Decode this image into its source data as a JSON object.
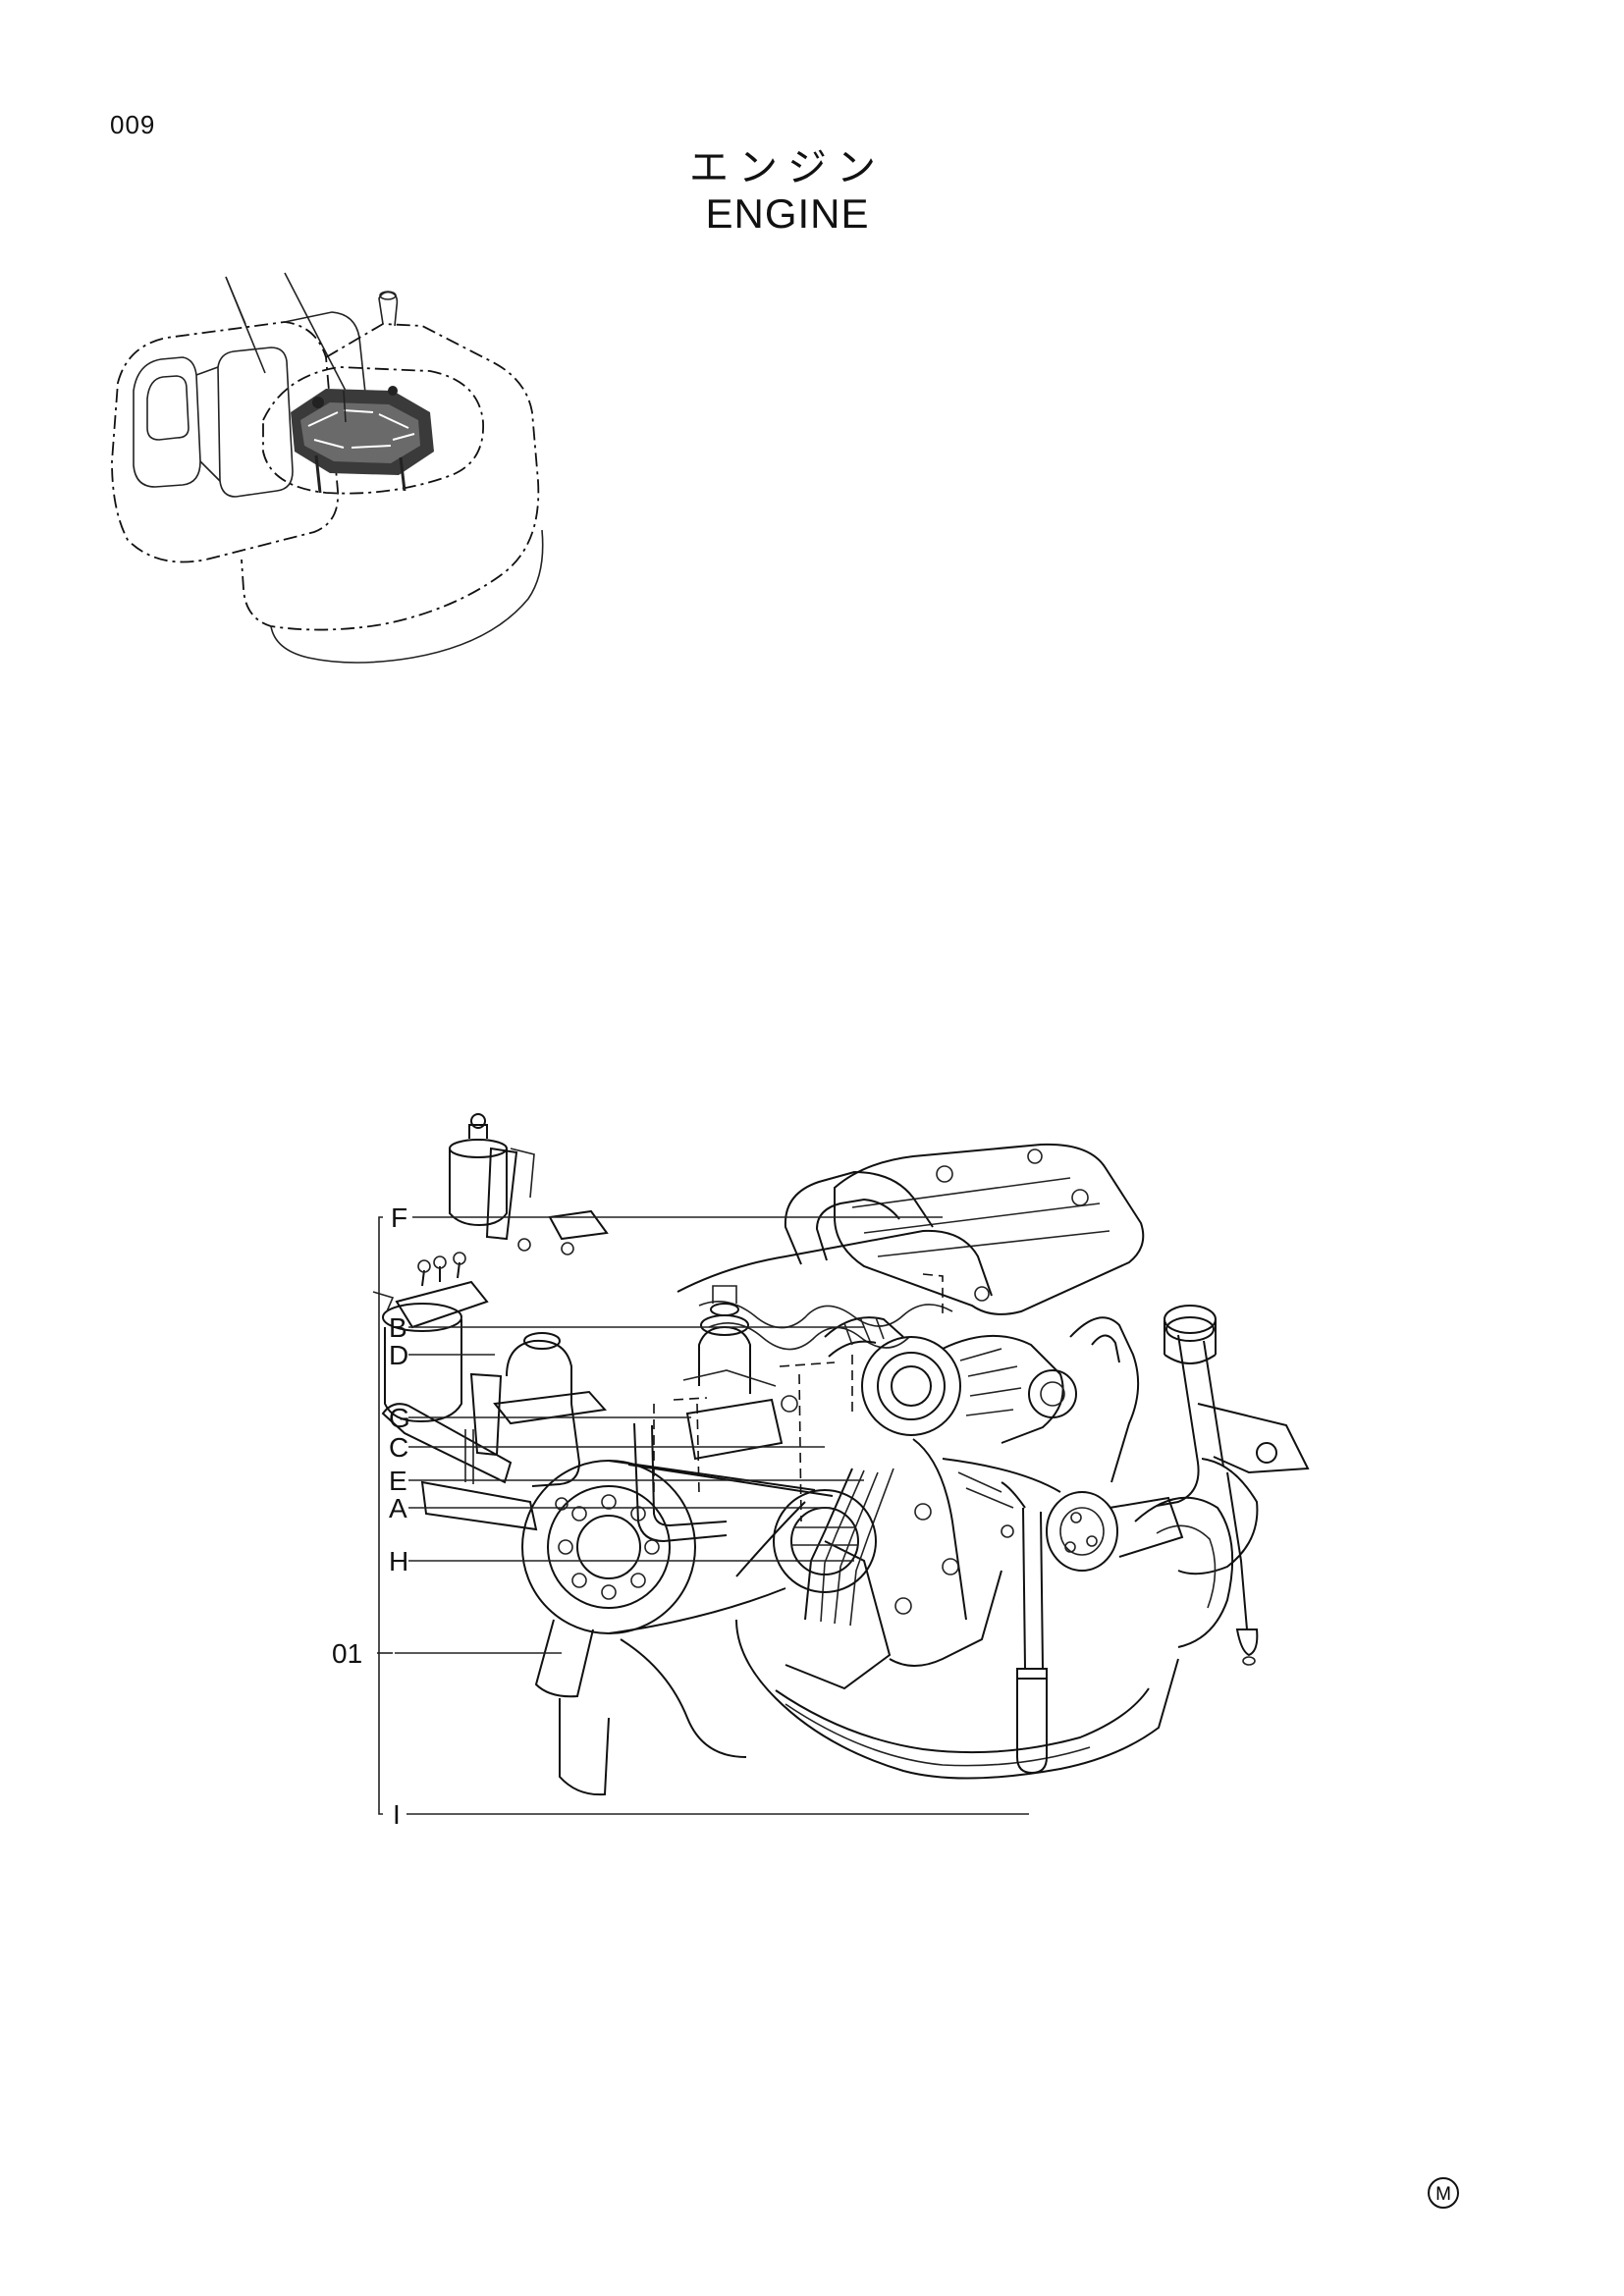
{
  "page_number": "009",
  "title": {
    "japanese": "エンジン",
    "english": "ENGINE"
  },
  "callouts": [
    {
      "id": "F",
      "label": "F"
    },
    {
      "id": "B",
      "label": "B"
    },
    {
      "id": "D",
      "label": "D"
    },
    {
      "id": "G",
      "label": "G"
    },
    {
      "id": "C",
      "label": "C"
    },
    {
      "id": "E",
      "label": "E"
    },
    {
      "id": "A",
      "label": "A"
    },
    {
      "id": "H",
      "label": "H"
    },
    {
      "id": "01",
      "label": "01"
    },
    {
      "id": "I",
      "label": "I"
    }
  ],
  "stamp_mark": "M"
}
